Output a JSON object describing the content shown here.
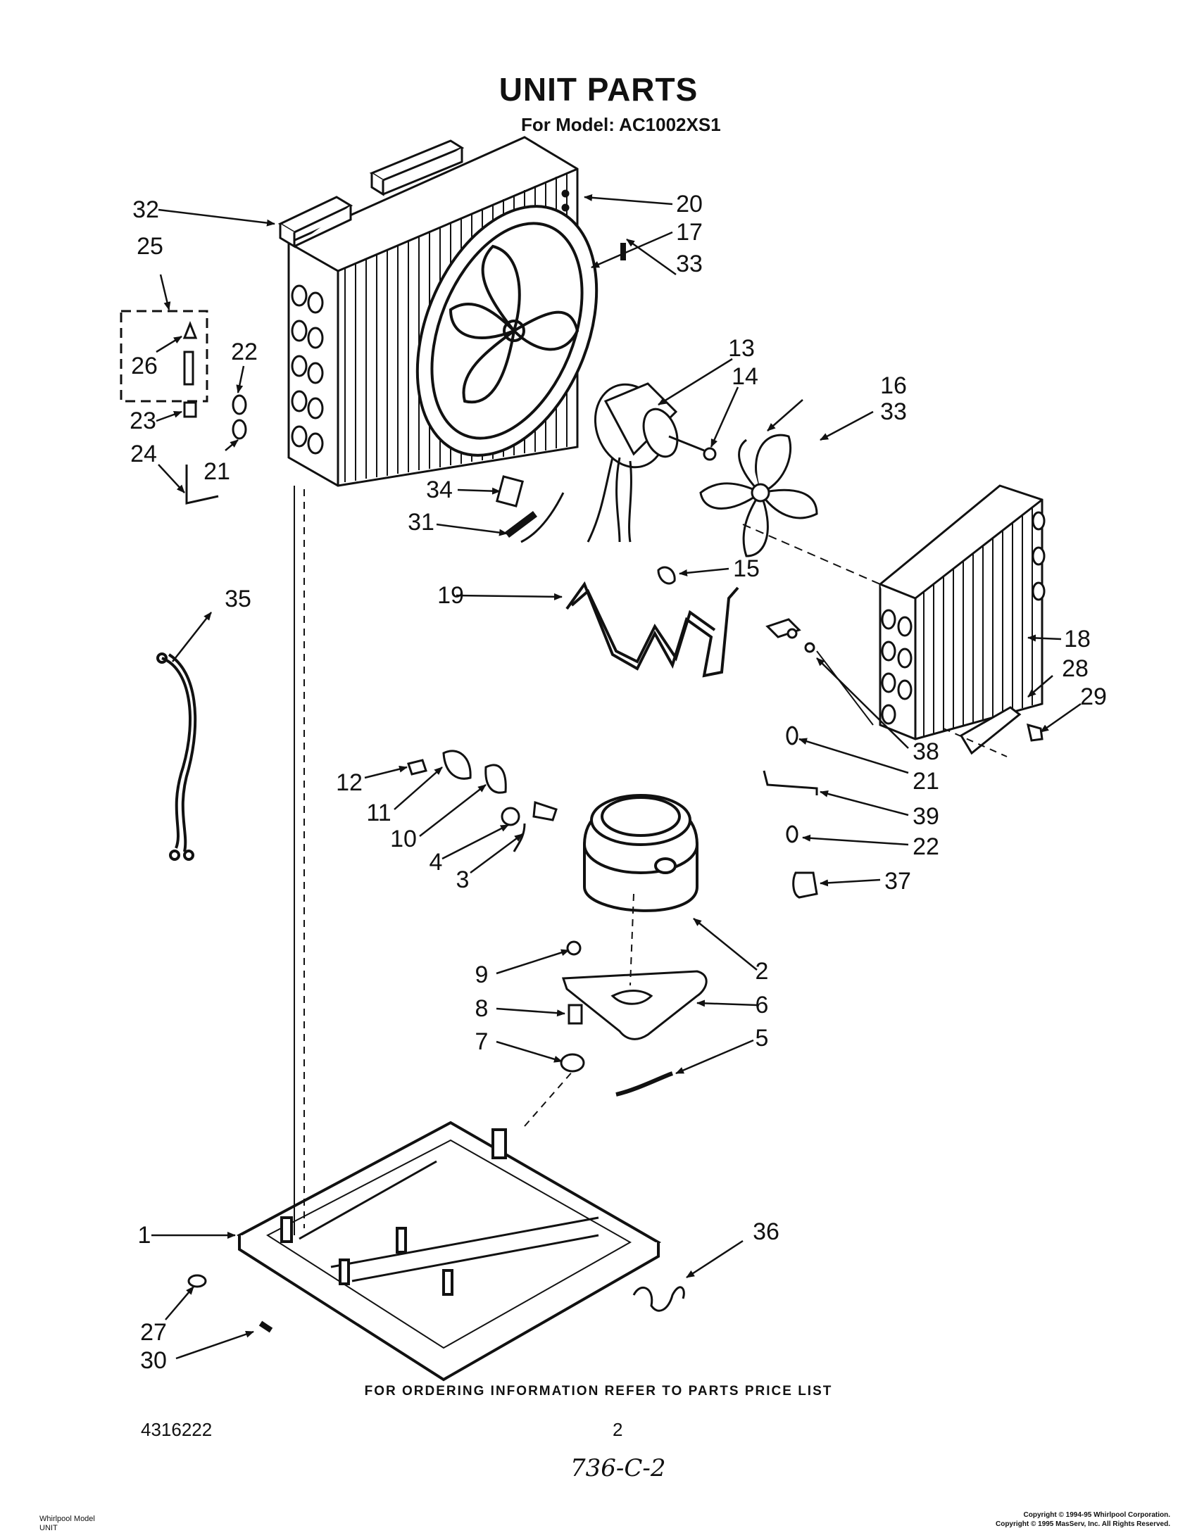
{
  "page": {
    "title": "UNIT PARTS",
    "subtitle": "For Model: AC1002XS1",
    "footer_note": "FOR ORDERING INFORMATION REFER TO PARTS PRICE LIST",
    "part_number": "4316222",
    "page_number": "2",
    "handwritten_note": "736-C-2",
    "bottom_left_line1": "Whirlpool Model",
    "bottom_left_line2": "UNIT",
    "copyright_line1": "Copyright © 1994-95 Whirlpool Corporation.",
    "copyright_line2": "Copyright © 1995 MasServ, Inc. All Rights Reserved."
  },
  "callouts": [
    "32",
    "25",
    "26",
    "22",
    "23",
    "24",
    "21",
    "20",
    "17",
    "33",
    "13",
    "14",
    "16",
    "33",
    "34",
    "31",
    "15",
    "19",
    "35",
    "18",
    "28",
    "29",
    "38",
    "21",
    "39",
    "22",
    "37",
    "12",
    "11",
    "10",
    "4",
    "3",
    "2",
    "9",
    "6",
    "8",
    "5",
    "7",
    "1",
    "36",
    "27",
    "30"
  ]
}
